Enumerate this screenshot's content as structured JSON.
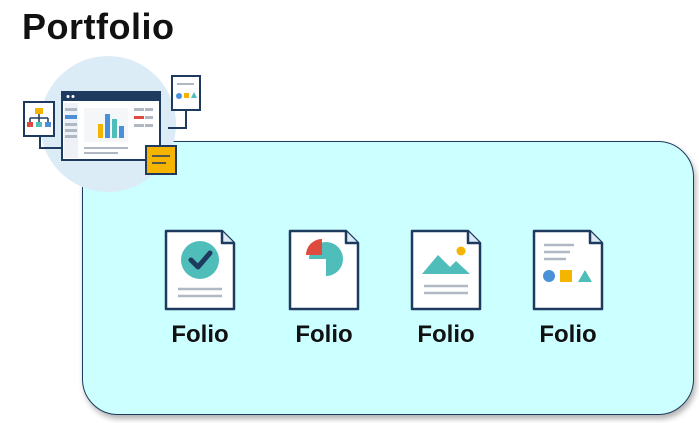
{
  "title": "Portfolio",
  "hero": {
    "icon": "dashboard-screen-icon"
  },
  "folios": [
    {
      "label": "Folio",
      "icon": "checkmark-document-icon"
    },
    {
      "label": "Folio",
      "icon": "pie-chart-document-icon"
    },
    {
      "label": "Folio",
      "icon": "image-document-icon"
    },
    {
      "label": "Folio",
      "icon": "shapes-document-icon"
    }
  ],
  "colors": {
    "container_fill": "#ccffff",
    "outline": "#1f3a5f",
    "teal": "#4fbdba",
    "accent_yellow": "#f4b400",
    "accent_red": "#e04b3f"
  }
}
